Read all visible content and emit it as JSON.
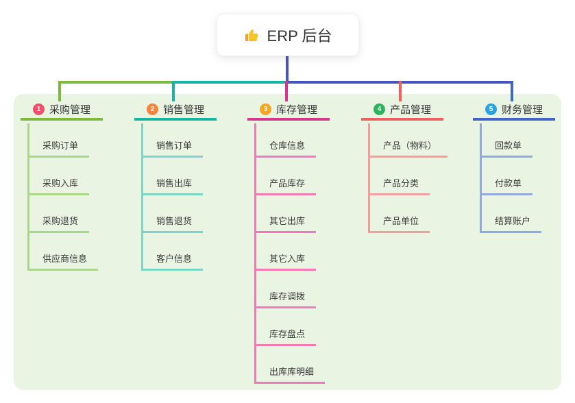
{
  "root": {
    "label": "ERP 后台",
    "icon": "thumbs-up"
  },
  "colors": {
    "canvas_bg": "#ffffff",
    "panel_bg": "#e9f4e3",
    "trunk": "#4554bf",
    "text": "#333333"
  },
  "branches": [
    {
      "number": "1",
      "label": "采购管理",
      "badge_color": "#f0506e",
      "line_color": "#7cb93f",
      "child_line_color": "#a9d687",
      "children": [
        "采购订单",
        "采购入库",
        "采购退货",
        "供应商信息"
      ]
    },
    {
      "number": "2",
      "label": "销售管理",
      "badge_color": "#f8833c",
      "line_color": "#14b5a6",
      "child_line_color": "#7fd4c8",
      "children": [
        "销售订单",
        "销售出库",
        "销售退货",
        "客户信息"
      ]
    },
    {
      "number": "3",
      "label": "库存管理",
      "badge_color": "#f6a61f",
      "line_color": "#d63690",
      "child_line_color": "#f17ab5",
      "children": [
        "仓库信息",
        "产品库存",
        "其它出库",
        "其它入库",
        "库存调拨",
        "库存盘点",
        "出库库明细"
      ]
    },
    {
      "number": "4",
      "label": "产品管理",
      "badge_color": "#2cb45c",
      "line_color": "#f15e5e",
      "child_line_color": "#f59d9d",
      "children": [
        "产品（物料）",
        "产品分类",
        "产品单位"
      ]
    },
    {
      "number": "5",
      "label": "财务管理",
      "badge_color": "#2aa2df",
      "line_color": "#3f66c5",
      "child_line_color": "#90a9dd",
      "children": [
        "回款单",
        "付款单",
        "结算账户"
      ]
    }
  ]
}
